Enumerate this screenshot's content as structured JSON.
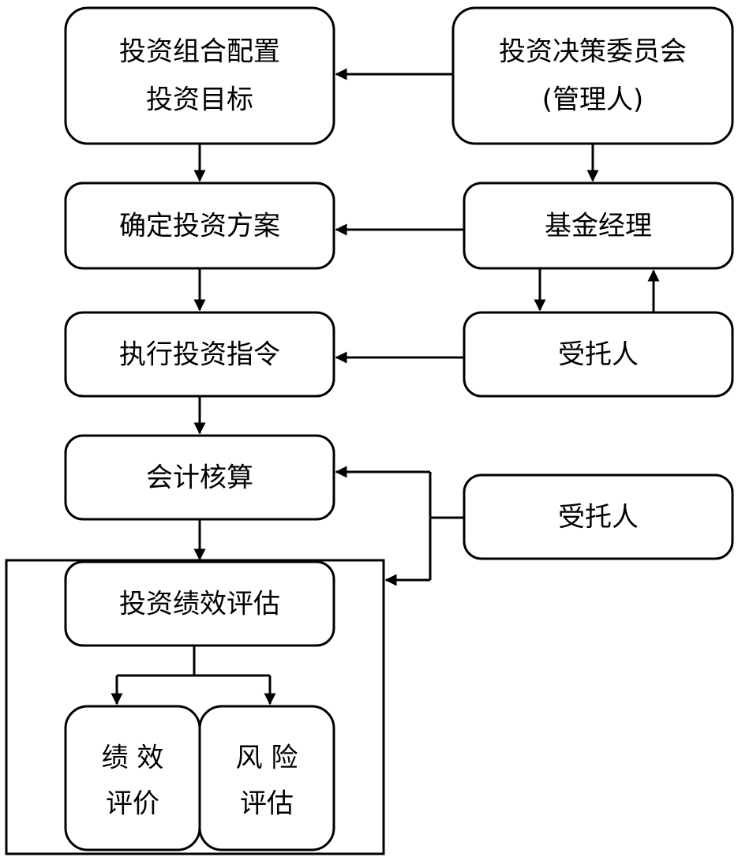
{
  "diagram": {
    "portfolio": {
      "line1": "投资组合配置",
      "line2": "投资目标"
    },
    "committee": {
      "line1": "投资决策委员会",
      "line2": "(管理人)"
    },
    "plan": "确定投资方案",
    "manager": "基金经理",
    "execute": "执行投资指令",
    "trustee_1": "受托人",
    "accounting": "会计核算",
    "trustee_2": "受托人",
    "evaluation": "投资绩效评估",
    "perf": {
      "line1": "绩 效",
      "line2": "评价"
    },
    "risk": {
      "line1": "风 险",
      "line2": "评估"
    }
  }
}
